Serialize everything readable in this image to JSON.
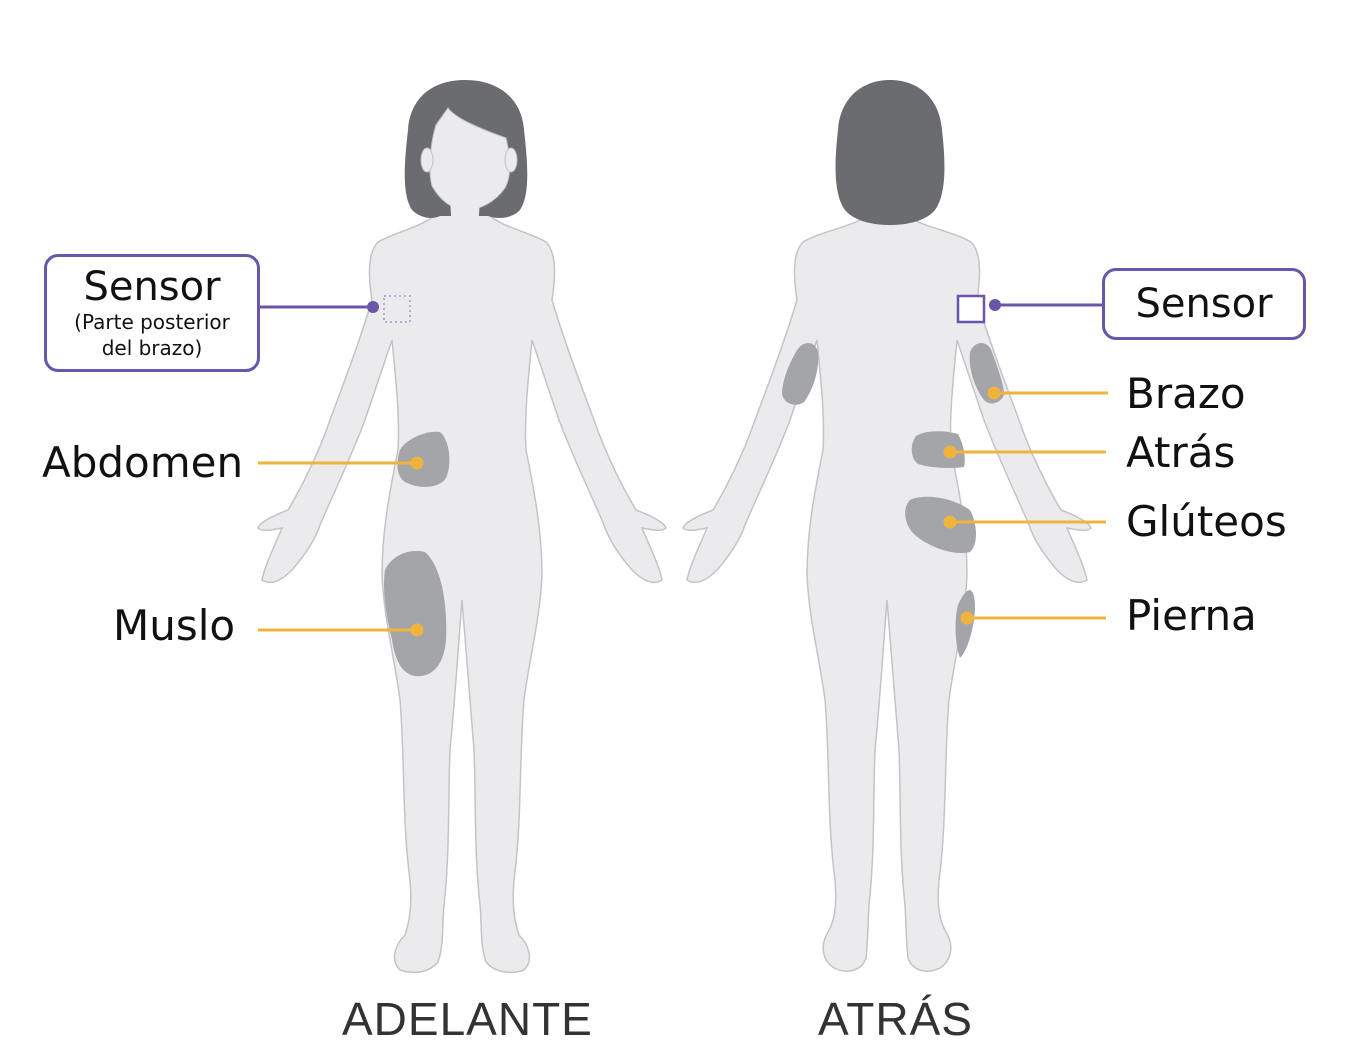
{
  "colors": {
    "body_fill": "#ebebed",
    "body_stroke": "#c4c4c6",
    "hair": "#6b6c70",
    "site_zone": "#a4a5a8",
    "leader_orange": "#f0b43c",
    "sensor_purple": "#6b55a8"
  },
  "front": {
    "view_label": "ADELANTE",
    "sensor": {
      "title": "Sensor",
      "subtitle_line1": "(Parte posterior",
      "subtitle_line2": "del brazo)"
    },
    "sites": [
      {
        "label": "Abdomen"
      },
      {
        "label": "Muslo"
      }
    ]
  },
  "back": {
    "view_label": "ATRÁS",
    "sensor": {
      "title": "Sensor"
    },
    "sites": [
      {
        "label": "Brazo"
      },
      {
        "label": "Atrás"
      },
      {
        "label": "Glúteos"
      },
      {
        "label": "Pierna"
      }
    ]
  }
}
